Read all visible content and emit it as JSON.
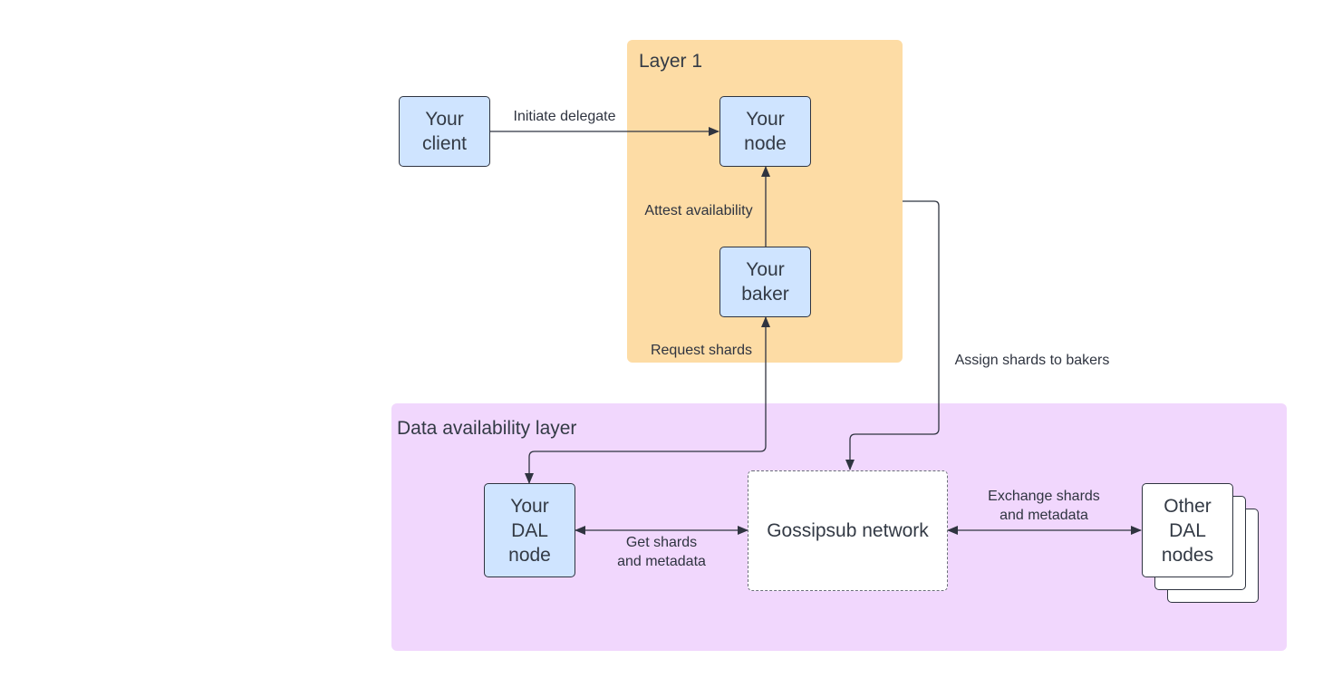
{
  "regions": {
    "layer1_title": "Layer 1",
    "dal_title": "Data availability layer"
  },
  "nodes": {
    "client": "Your\nclient",
    "node": "Your\nnode",
    "baker": "Your\nbaker",
    "dal_node": "Your\nDAL\nnode",
    "gossipsub": "Gossipsub network",
    "other_dal": "Other\nDAL\nnodes"
  },
  "edges": {
    "initiate_delegate": "Initiate delegate",
    "attest_availability": "Attest availability",
    "request_shards": "Request shards",
    "assign_shards": "Assign shards to bakers",
    "exchange_shards": "Exchange shards\nand metadata",
    "get_shards": "Get shards\nand metadata"
  },
  "colors": {
    "layer1_fill": "#fddca5",
    "dal_fill": "#f1d7fd",
    "node_fill": "#cfe4ff",
    "line": "#2f3440"
  }
}
